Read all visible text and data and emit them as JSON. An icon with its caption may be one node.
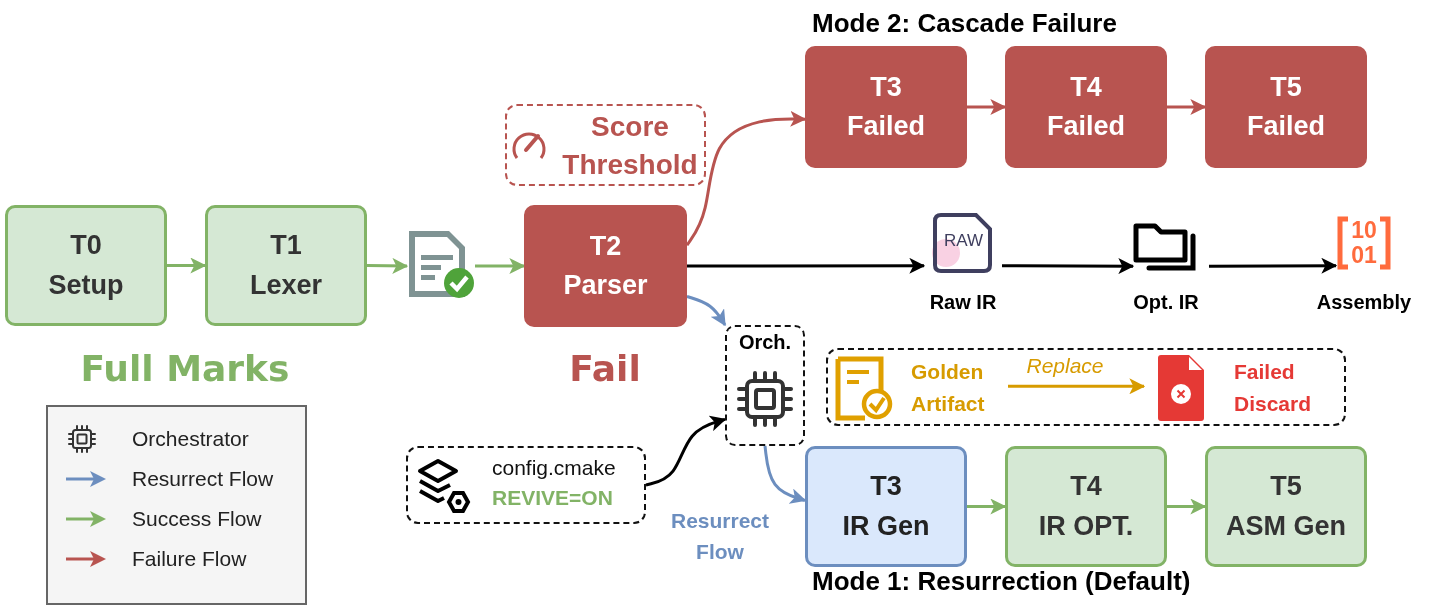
{
  "diagram": {
    "nodes": [
      {
        "text": [
          "T0",
          "Setup"
        ]
      },
      {
        "text": [
          "T1",
          "Lexer"
        ]
      },
      {
        "text": [],
        "shape": "document"
      },
      {
        "text": [
          "T2",
          "Parser"
        ]
      },
      {
        "text": [
          "Score Threshold"
        ]
      },
      {
        "text": [
          "T3",
          "Failed"
        ]
      },
      {
        "text": [
          "T4",
          "Failed"
        ]
      },
      {
        "text": [
          "T5",
          "Failed"
        ]
      },
      {
        "text": [
          "RAW"
        ],
        "beside": [
          "Raw IR"
        ]
      },
      {
        "text": [],
        "shape": "folder",
        "beside": [
          "Opt. IR"
        ]
      },
      {
        "text": [
          "10 01"
        ],
        "beside": [
          "Assembly"
        ]
      },
      {
        "text": [
          "Orch."
        ]
      },
      {
        "text": [],
        "shape": "box"
      },
      {
        "text": [
          "Golden Artifact"
        ],
        "in": 12
      },
      {
        "text": [
          "Failed Discard"
        ],
        "in": 12
      },
      {
        "text": [
          "config.cmake",
          "REVIVE=ON"
        ]
      },
      {
        "text": [
          "T3",
          "IR Gen"
        ]
      },
      {
        "text": [
          "T4",
          "IR OPT."
        ]
      },
      {
        "text": [
          "T5",
          "ASM Gen"
        ]
      }
    ],
    "edges": [
      {
        "from": 0,
        "to": 1,
        "arrow": "to"
      },
      {
        "from": 1,
        "to": 2,
        "arrow": "to"
      },
      {
        "from": 2,
        "to": 3,
        "arrow": "to"
      },
      {
        "from": 3,
        "to": 5,
        "arrow": "to",
        "color": "#b85450"
      },
      {
        "from": 5,
        "to": 6,
        "arrow": "to",
        "color": "#b85450"
      },
      {
        "from": 6,
        "to": 7,
        "arrow": "to",
        "color": "#b85450"
      },
      {
        "from": 3,
        "to": 8,
        "arrow": "to",
        "color": "#000000"
      },
      {
        "from": 8,
        "to": 9,
        "arrow": "to",
        "color": "#000000"
      },
      {
        "from": 9,
        "to": 10,
        "arrow": "to",
        "color": "#000000"
      },
      {
        "from": 3,
        "to": 11,
        "arrow": "to",
        "color": "#6c8ebf"
      },
      {
        "from": 15,
        "to": 11,
        "arrow": "to",
        "color": "#000000"
      },
      {
        "from": 11,
        "to": 16,
        "arrow": "to",
        "color": "#6c8ebf",
        "label": "Resurrect Flow"
      },
      {
        "from": 16,
        "to": 17,
        "arrow": "to"
      },
      {
        "from": 17,
        "to": 18,
        "arrow": "to"
      },
      {
        "from": 13,
        "to": 14,
        "arrow": "to",
        "color": "#d79b00",
        "label": "Replace"
      }
    ],
    "labels": [
      "Mode 2: Cascade Failure",
      "Full Marks",
      "Fail",
      "Mode 1: Resurrection (Default)"
    ],
    "legend": [
      {
        "text": "Orchestrator"
      },
      {
        "text": "Resurrect Flow"
      },
      {
        "text": "Success Flow"
      },
      {
        "text": "Failure Flow"
      }
    ]
  }
}
